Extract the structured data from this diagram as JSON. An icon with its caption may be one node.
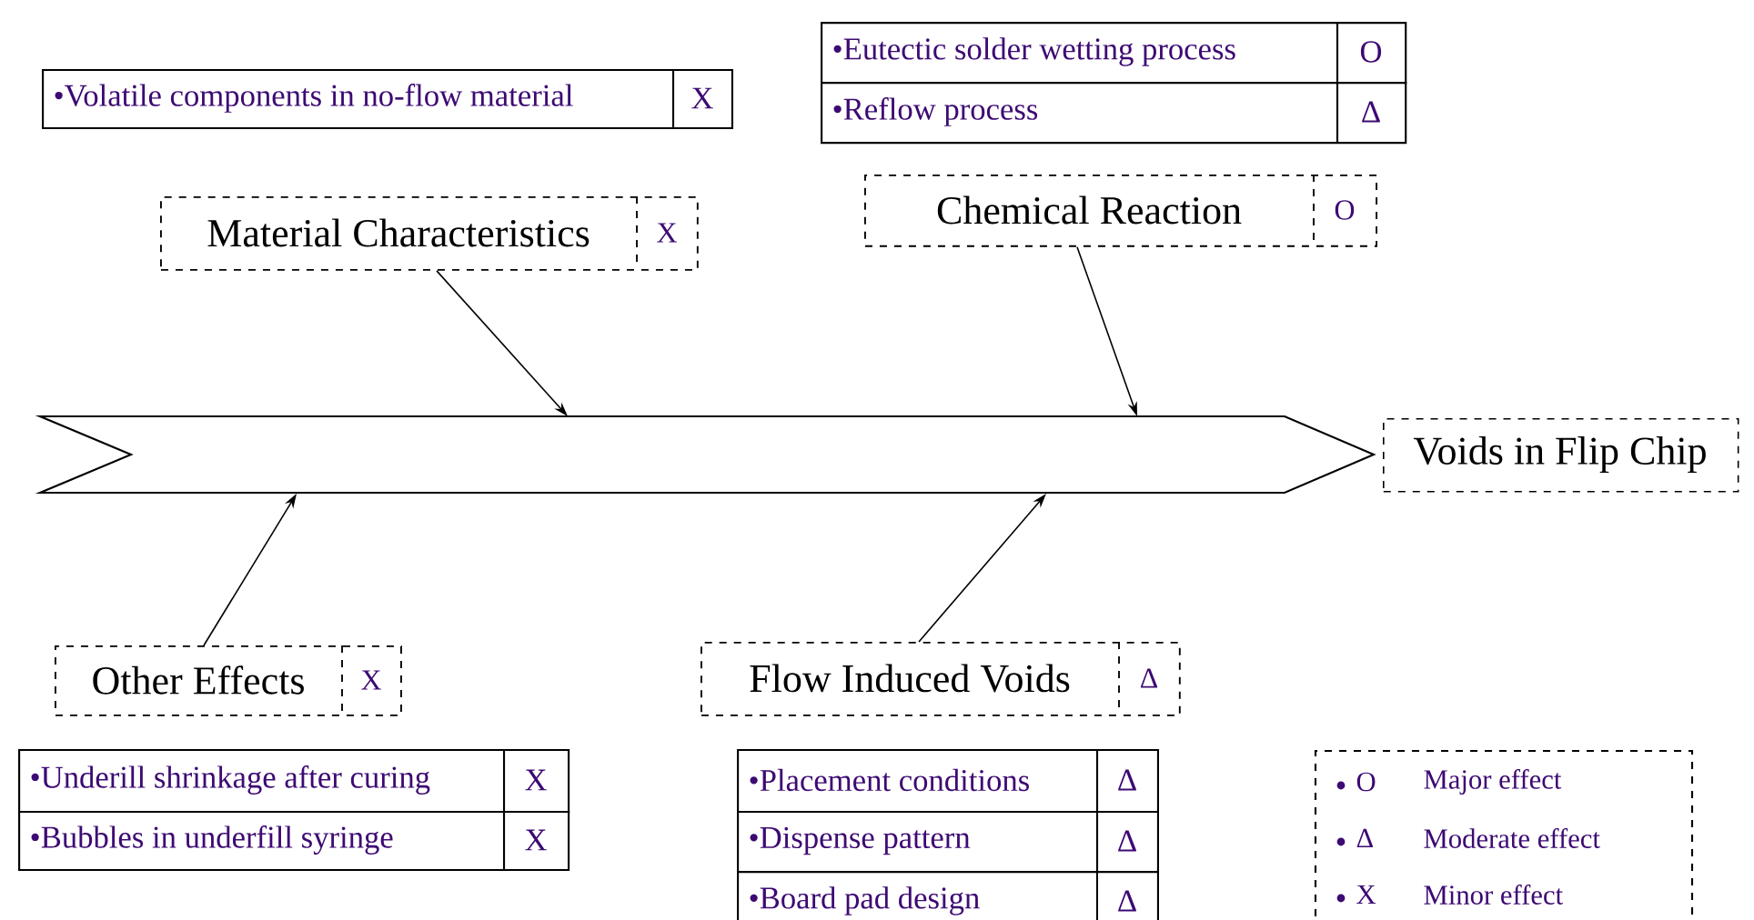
{
  "diagram": {
    "nodes": [
      {
        "text": [
          "•Volatile components in  no-flow material",
          "X"
        ]
      },
      {
        "text": [
          "•Eutectic solder wetting process",
          "O"
        ]
      },
      {
        "text": [
          "•Reflow process",
          "Δ"
        ]
      },
      {
        "text": [
          "Material Characteristics",
          "X"
        ]
      },
      {
        "text": [
          "Chemical Reaction",
          "O"
        ]
      },
      {
        "text": [],
        "shape": "arrow"
      },
      {
        "text": [
          "Voids in Flip Chip"
        ]
      },
      {
        "text": [
          "Other Effects",
          "X"
        ]
      },
      {
        "text": [
          "Flow Induced Voids",
          "Δ"
        ]
      },
      {
        "text": [
          "•Underill shrinkage after curing",
          "X"
        ]
      },
      {
        "text": [
          "•Bubbles in underfill syringe",
          "X"
        ]
      },
      {
        "text": [
          "•Placement conditions",
          "Δ"
        ]
      },
      {
        "text": [
          "•Dispense pattern",
          "Δ"
        ]
      },
      {
        "text": [
          "•Board pad design",
          "Δ"
        ]
      }
    ],
    "edges": [
      {
        "from": 3,
        "to": 5,
        "arrow": "to"
      },
      {
        "from": 4,
        "to": 5,
        "arrow": "to"
      },
      {
        "from": 7,
        "to": 5,
        "arrow": "to"
      },
      {
        "from": 8,
        "to": 5,
        "arrow": "to"
      }
    ],
    "labels": [
      "O",
      "Major effect",
      "Δ",
      "Moderate effect",
      "X",
      "Minor effect"
    ]
  }
}
